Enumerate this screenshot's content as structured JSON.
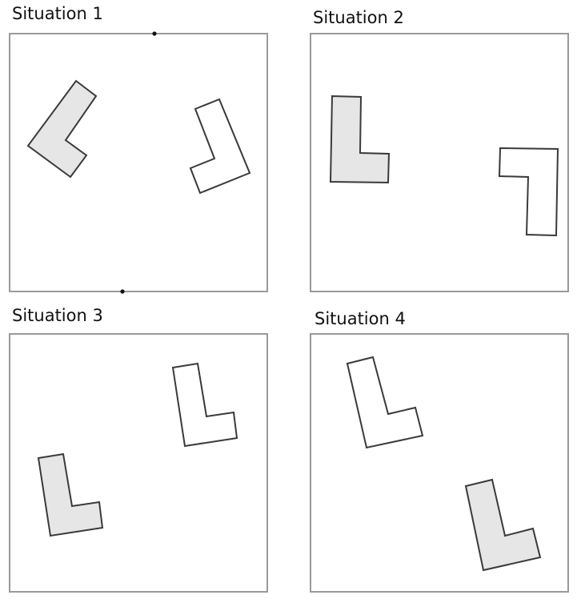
{
  "panels": [
    {
      "title": "Situation 1",
      "shaded_shape": "L-shape",
      "outline_shape": "L-shape",
      "marked_points": 2
    },
    {
      "title": "Situation 2",
      "shaded_shape": "L-shape",
      "outline_shape": "L-shape"
    },
    {
      "title": "Situation 3",
      "shaded_shape": "L-shape",
      "outline_shape": "L-shape"
    },
    {
      "title": "Situation 4",
      "shaded_shape": "L-shape",
      "outline_shape": "L-shape"
    }
  ],
  "colors": {
    "frame": "#9a9a9a",
    "shaded_fill": "#e6e6e6",
    "outline_stroke": "#3a3a3a",
    "point": "#111111"
  }
}
